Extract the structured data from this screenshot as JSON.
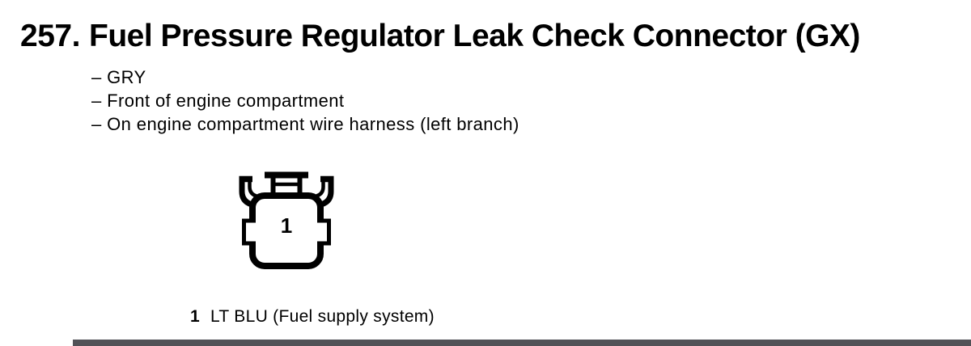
{
  "section": {
    "number": "257.",
    "title": "Fuel Pressure Regulator Leak Check Connector (GX)",
    "details": [
      "– GRY",
      "– Front of engine compartment",
      "– On engine compartment wire harness (left branch)"
    ]
  },
  "connector": {
    "cavity": "1",
    "shape": "single-cavity connector, face view, locking tab on top"
  },
  "pinout": [
    {
      "pin": "1",
      "description": "LT BLU (Fuel supply system)"
    }
  ],
  "colors": {
    "ink": "#000000",
    "background": "#ffffff",
    "bottom_bar": "#515257"
  }
}
